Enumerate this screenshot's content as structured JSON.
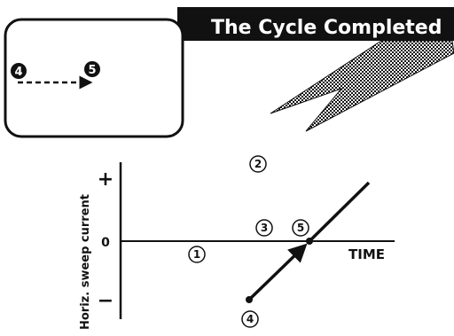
{
  "banner": {
    "title": "The Cycle Completed"
  },
  "screen_inset": {
    "start_label": "4",
    "end_label": "5"
  },
  "graph": {
    "y_axis_label": "Horiz. sweep current",
    "y_tick_plus": "+",
    "y_tick_zero": "0",
    "y_tick_minus": "−",
    "x_axis_label": "TIME",
    "markers": {
      "m1": "1",
      "m2": "2",
      "m3": "3",
      "m4": "4",
      "m5": "5"
    }
  },
  "colors": {
    "ink": "#111111",
    "paper": "#ffffff"
  }
}
